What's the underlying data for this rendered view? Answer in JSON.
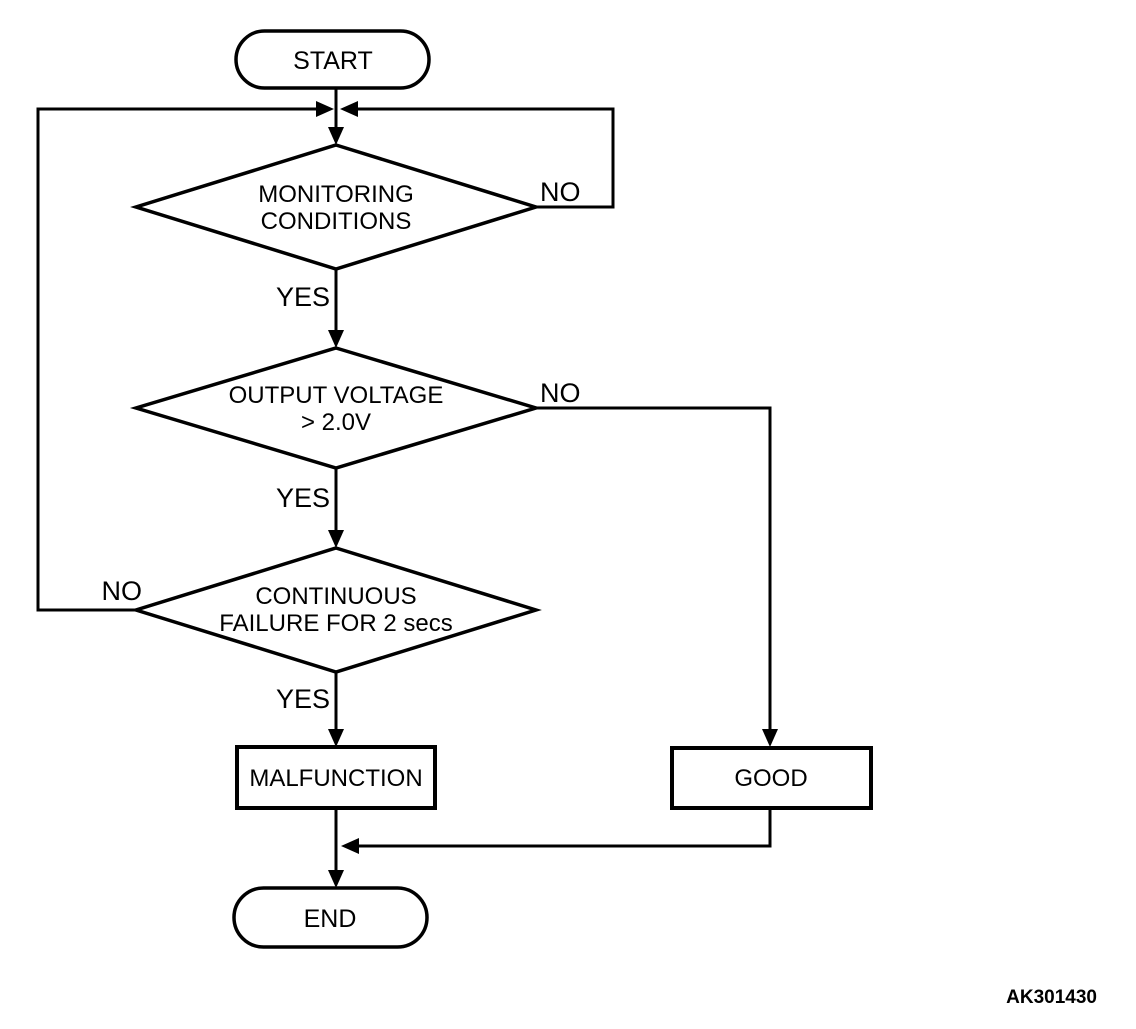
{
  "figure": {
    "background_color": "#ffffff",
    "line_color": "#000000",
    "ref_code": "AK301430",
    "nodes": {
      "start": {
        "type": "terminator",
        "label": "START"
      },
      "monitoring": {
        "type": "decision",
        "line1": "MONITORING",
        "line2": "CONDITIONS"
      },
      "voltage": {
        "type": "decision",
        "line1": "OUTPUT VOLTAGE",
        "line2": "> 2.0V"
      },
      "continuous": {
        "type": "decision",
        "line1": "CONTINUOUS",
        "line2": "FAILURE FOR 2 secs"
      },
      "malfunction": {
        "type": "process",
        "label": "MALFUNCTION"
      },
      "good": {
        "type": "process",
        "label": "GOOD"
      },
      "end": {
        "type": "terminator",
        "label": "END"
      }
    },
    "edge_labels": {
      "monitoring_yes": "YES",
      "monitoring_no": "NO",
      "voltage_yes": "YES",
      "voltage_no": "NO",
      "continuous_yes": "YES",
      "continuous_no": "NO"
    }
  }
}
